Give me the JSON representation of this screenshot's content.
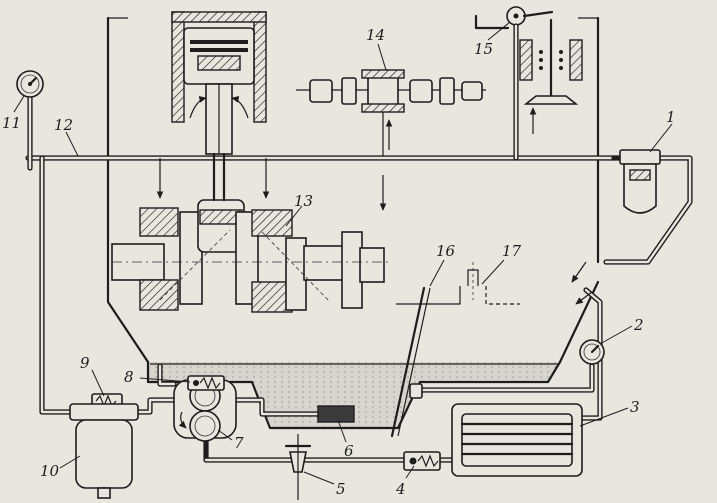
{
  "diagram": {
    "labels": [
      {
        "id": "1",
        "text": "1"
      },
      {
        "id": "2",
        "text": "2"
      },
      {
        "id": "3",
        "text": "3"
      },
      {
        "id": "4",
        "text": "4"
      },
      {
        "id": "5",
        "text": "5"
      },
      {
        "id": "6",
        "text": "6"
      },
      {
        "id": "7",
        "text": "7"
      },
      {
        "id": "8",
        "text": "8"
      },
      {
        "id": "9",
        "text": "9"
      },
      {
        "id": "10",
        "text": "10"
      },
      {
        "id": "11",
        "text": "11"
      },
      {
        "id": "12",
        "text": "12"
      },
      {
        "id": "13",
        "text": "13"
      },
      {
        "id": "14",
        "text": "14"
      },
      {
        "id": "15",
        "text": "15"
      },
      {
        "id": "16",
        "text": "16"
      },
      {
        "id": "17",
        "text": "17"
      }
    ],
    "colors": {
      "ink": "#1d1d1d",
      "paper": "#e9e6df",
      "oil": "#c9c6bf"
    }
  }
}
